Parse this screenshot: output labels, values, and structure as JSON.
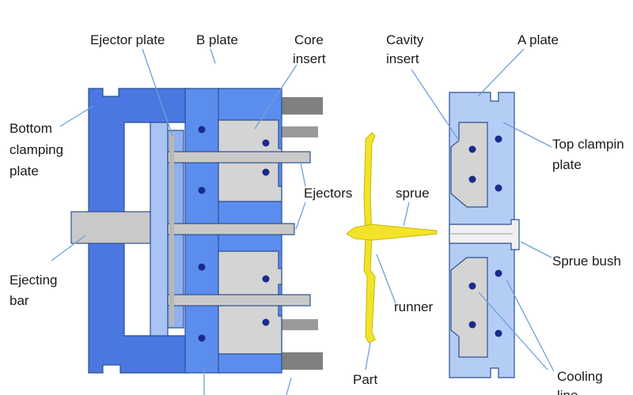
{
  "labels": {
    "ejector_plate": "Ejector plate",
    "b_plate": "B plate",
    "core_insert_1": "Core",
    "core_insert_2": "insert",
    "cavity_insert_1": "Cavity",
    "cavity_insert_2": "insert",
    "a_plate": "A plate",
    "bottom_clamping_1": "Bottom",
    "bottom_clamping_2": "clamping",
    "bottom_clamping_3": "plate",
    "top_clamping_1": "Top clampin",
    "top_clamping_2": "plate",
    "ejectors": "Ejectors",
    "sprue": "sprue",
    "sprue_bush": "Sprue bush",
    "ejecting_bar_1": "Ejecting",
    "ejecting_bar_2": "bar",
    "runner": "runner",
    "part": "Part",
    "cooling_line_1": "Cooling",
    "cooling_line_2": "line"
  },
  "colors": {
    "clamp_blue": "#4a78e0",
    "plate_blue": "#5b8def",
    "light_blue": "#a9c3f3",
    "a_plate_blue": "#b3cdf5",
    "insert_gray": "#d4d4d4",
    "pin_gray": "#c9c9c9",
    "dark_gray": "#808080",
    "sprue_yellow": "#f2e32a",
    "dot_navy": "#1b2a8c",
    "leader_blue": "#6fa0d8"
  }
}
